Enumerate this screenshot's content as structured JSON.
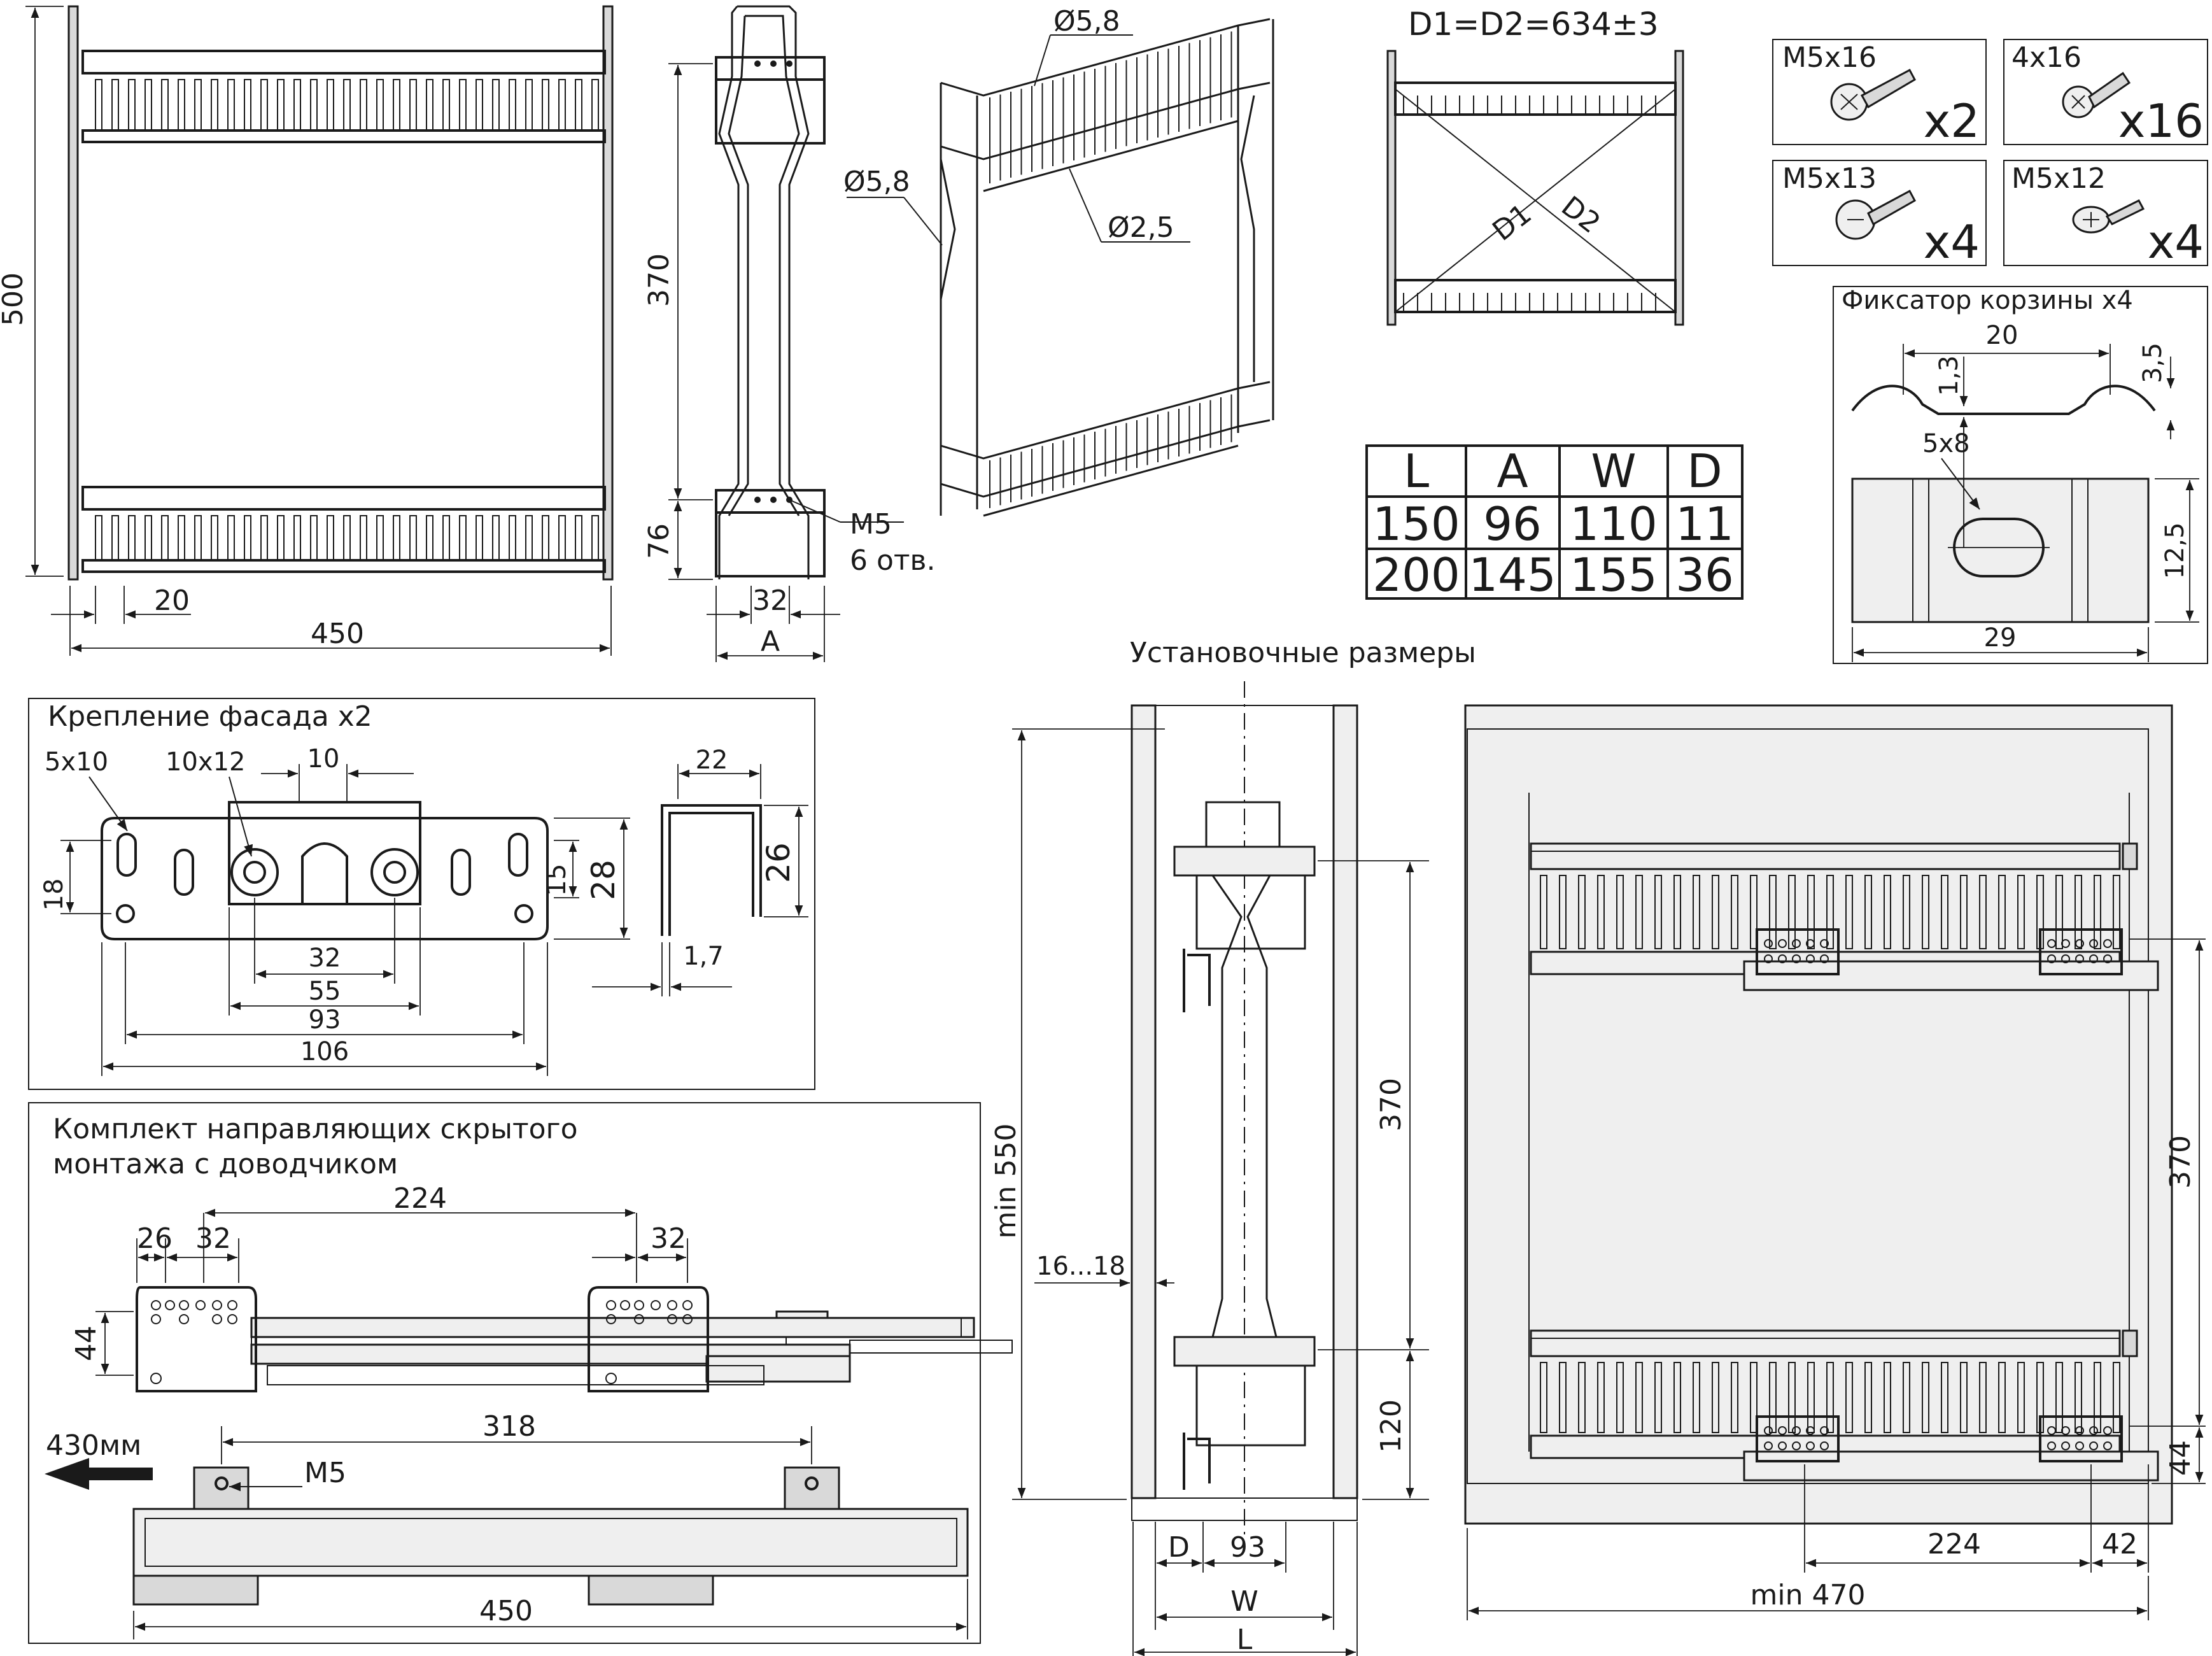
{
  "basket_front_view": {
    "height_500": "500",
    "pitch_20": "20",
    "width_450": "450"
  },
  "basket_side_view": {
    "dim_370": "370",
    "dim_76": "76",
    "dim_32": "32",
    "dim_a": "A",
    "hole_label": "M5",
    "hole_count": "6 отв."
  },
  "basket_iso_view": {
    "wire_top": "Ø5,8",
    "wire_side": "Ø5,8",
    "wire_mesh": "Ø2,5"
  },
  "diagonal_view": {
    "formula": "D1=D2=634±3",
    "d1": "D1",
    "d2": "D2"
  },
  "size_table": {
    "headers": [
      "L",
      "A",
      "W",
      "D"
    ],
    "rows": [
      [
        "150",
        "96",
        "110",
        "11"
      ],
      [
        "200",
        "145",
        "155",
        "36"
      ]
    ]
  },
  "fasteners": [
    {
      "name": "M5x16",
      "qty": "x2"
    },
    {
      "name": "4x16",
      "qty": "x16"
    },
    {
      "name": "M5x13",
      "qty": "x4"
    },
    {
      "name": "M5x12",
      "qty": "x4"
    }
  ],
  "basket_clip": {
    "title": "Фиксатор корзины x4",
    "d20": "20",
    "d13": "1,3",
    "d35": "3,5",
    "slot": "5x8",
    "d125": "12,5",
    "d29": "29"
  },
  "facade_mount": {
    "title": "Крепление фасада x2",
    "slot_small": "5x10",
    "slot_large": "10x12",
    "d10": "10",
    "d18": "18",
    "d15": "15",
    "d28": "28",
    "d32": "32",
    "d55": "55",
    "d93": "93",
    "d106": "106",
    "d22": "22",
    "d26": "26",
    "d17": "1,7"
  },
  "runners": {
    "title_line1": "Комплект направляющих скрытого",
    "title_line2": "монтажа с доводчиком",
    "d26": "26",
    "d32a": "32",
    "d224": "224",
    "d32b": "32",
    "d44": "44",
    "d318": "318",
    "stroke": "430мм",
    "m5": "M5",
    "d450": "450"
  },
  "install": {
    "title": "Установочные размеры",
    "min550": "min 550",
    "gap": "16...18",
    "d370": "370",
    "d120": "120",
    "dD": "D",
    "d93": "93",
    "dW": "W",
    "dL": "L",
    "side_370": "370",
    "side_44": "44",
    "side_224": "224",
    "side_42": "42",
    "min470": "min 470"
  }
}
